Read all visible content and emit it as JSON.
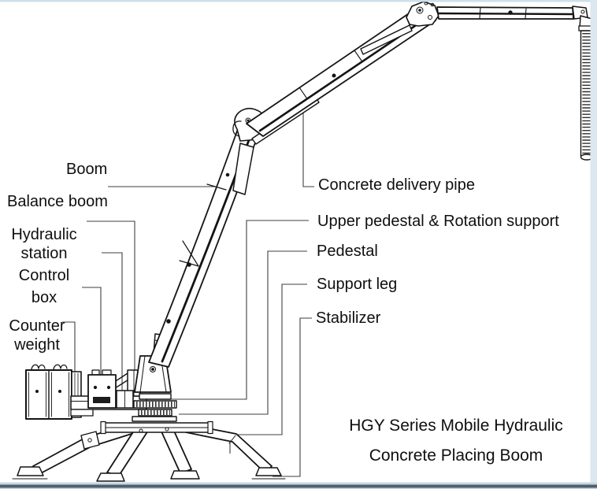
{
  "diagram": {
    "labels": {
      "boom": "Boom",
      "balance_boom": "Balance boom",
      "hydraulic_station": [
        "Hydraulic",
        "station"
      ],
      "control_box": [
        "Control",
        "box"
      ],
      "counter_weight": [
        "Counter",
        "weight"
      ],
      "concrete_delivery_pipe": "Concrete delivery pipe",
      "upper_pedestal": "Upper pedestal & Rotation support",
      "pedestal": "Pedestal",
      "support_leg": "Support leg",
      "stabilizer": "Stabilizer"
    },
    "title": [
      "HGY Series Mobile Hydraulic",
      "Concrete Placing Boom"
    ],
    "colors": {
      "ink": "#141414",
      "leader_line": "#3f3f3f",
      "border_top": "#cfe0ec",
      "border_right": "#dde7f0",
      "border_bottom_dark": "#4e5f70",
      "border_bottom_light": "#c9d6e2"
    }
  }
}
